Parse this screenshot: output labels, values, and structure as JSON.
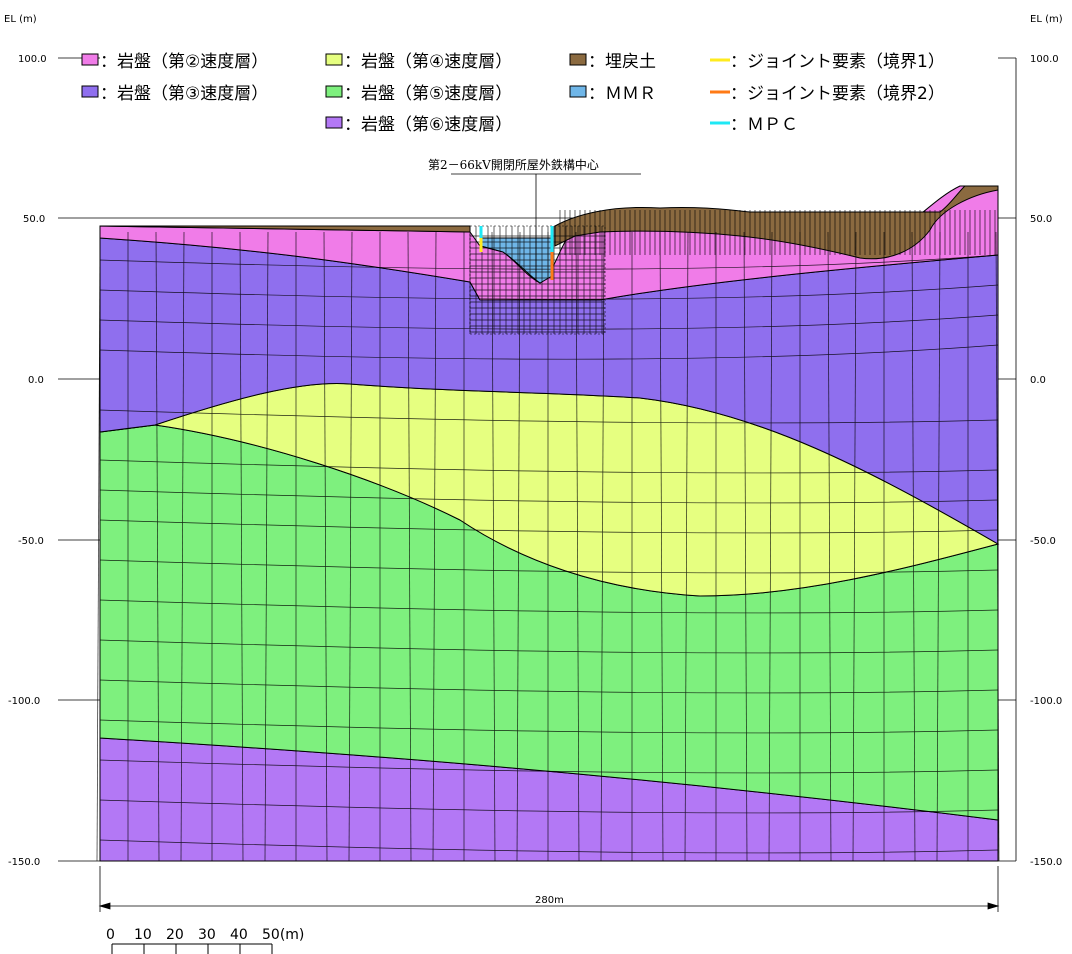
{
  "axis": {
    "left_unit": "EL (m)",
    "right_unit": "EL (m)",
    "ticks": [
      "100.0",
      "50.0",
      "0.0",
      "-50.0",
      "-100.0",
      "-150.0"
    ]
  },
  "legend": [
    {
      "label": "：岩盤（第②速度層）",
      "color": "#f07ce8",
      "type": "box"
    },
    {
      "label": "：岩盤（第④速度層）",
      "color": "#e6ff80",
      "type": "box"
    },
    {
      "label": "：埋戻土",
      "color": "#8b6a40",
      "type": "box"
    },
    {
      "label": "：ジョイント要素（境界1）",
      "color": "#ffeb1e",
      "type": "line"
    },
    {
      "label": "：岩盤（第③速度層）",
      "color": "#8f6fee",
      "type": "box"
    },
    {
      "label": "：岩盤（第⑤速度層）",
      "color": "#7ef07e",
      "type": "box"
    },
    {
      "label": "：ＭＭＲ",
      "color": "#6fb6e8",
      "type": "box"
    },
    {
      "label": "：ジョイント要素（境界2）",
      "color": "#ff7a16",
      "type": "line"
    },
    {
      "label": "：岩盤（第⑥速度層）",
      "color": "#b378f5",
      "type": "box"
    },
    {
      "label": "：ＭＰＣ",
      "color": "#1ee8f5",
      "type": "line"
    }
  ],
  "annotation": "第2－66kV開閉所屋外鉄構中心",
  "dimension": "280m",
  "scale": {
    "labels": [
      "0",
      "10",
      "20",
      "30",
      "40",
      "50(m)"
    ]
  }
}
